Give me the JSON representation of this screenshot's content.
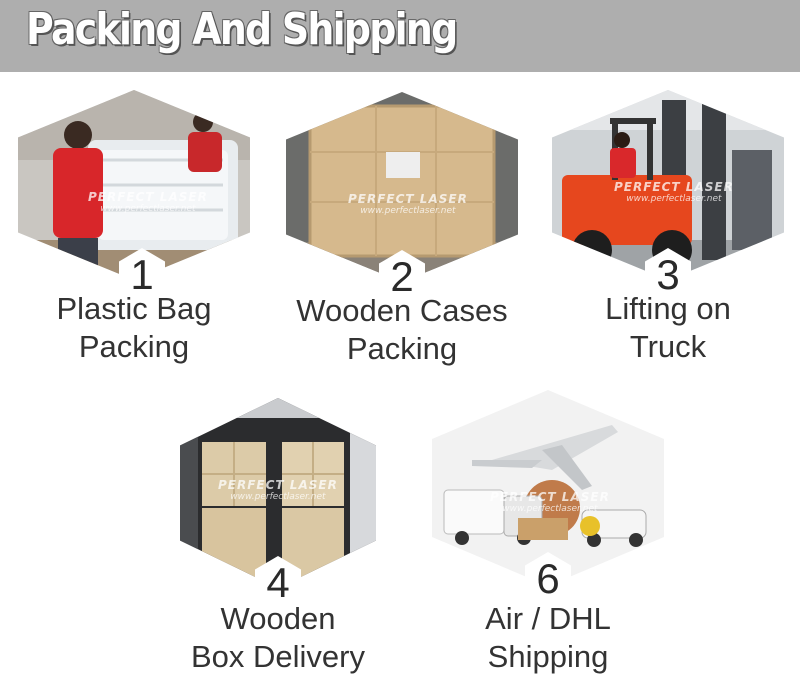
{
  "banner": {
    "title": "Packing And Shipping"
  },
  "watermark": {
    "brand": "PERFECT LASER",
    "url": "www.perfectlaser.net"
  },
  "steps": [
    {
      "number": "1",
      "line1": "Plastic Bag",
      "line2": "Packing",
      "image": "plastic-bag-packing-photo"
    },
    {
      "number": "2",
      "line1": "Wooden Cases",
      "line2": "Packing",
      "image": "wooden-case-photo"
    },
    {
      "number": "3",
      "line1": "Lifting on",
      "line2": "Truck",
      "image": "forklift-photo"
    },
    {
      "number": "4",
      "line1": "Wooden",
      "line2": "Box Delivery",
      "image": "container-loading-photo"
    },
    {
      "number": "6",
      "line1": "Air / DHL",
      "line2": "Shipping",
      "image": "air-truck-shipping-photo"
    }
  ]
}
